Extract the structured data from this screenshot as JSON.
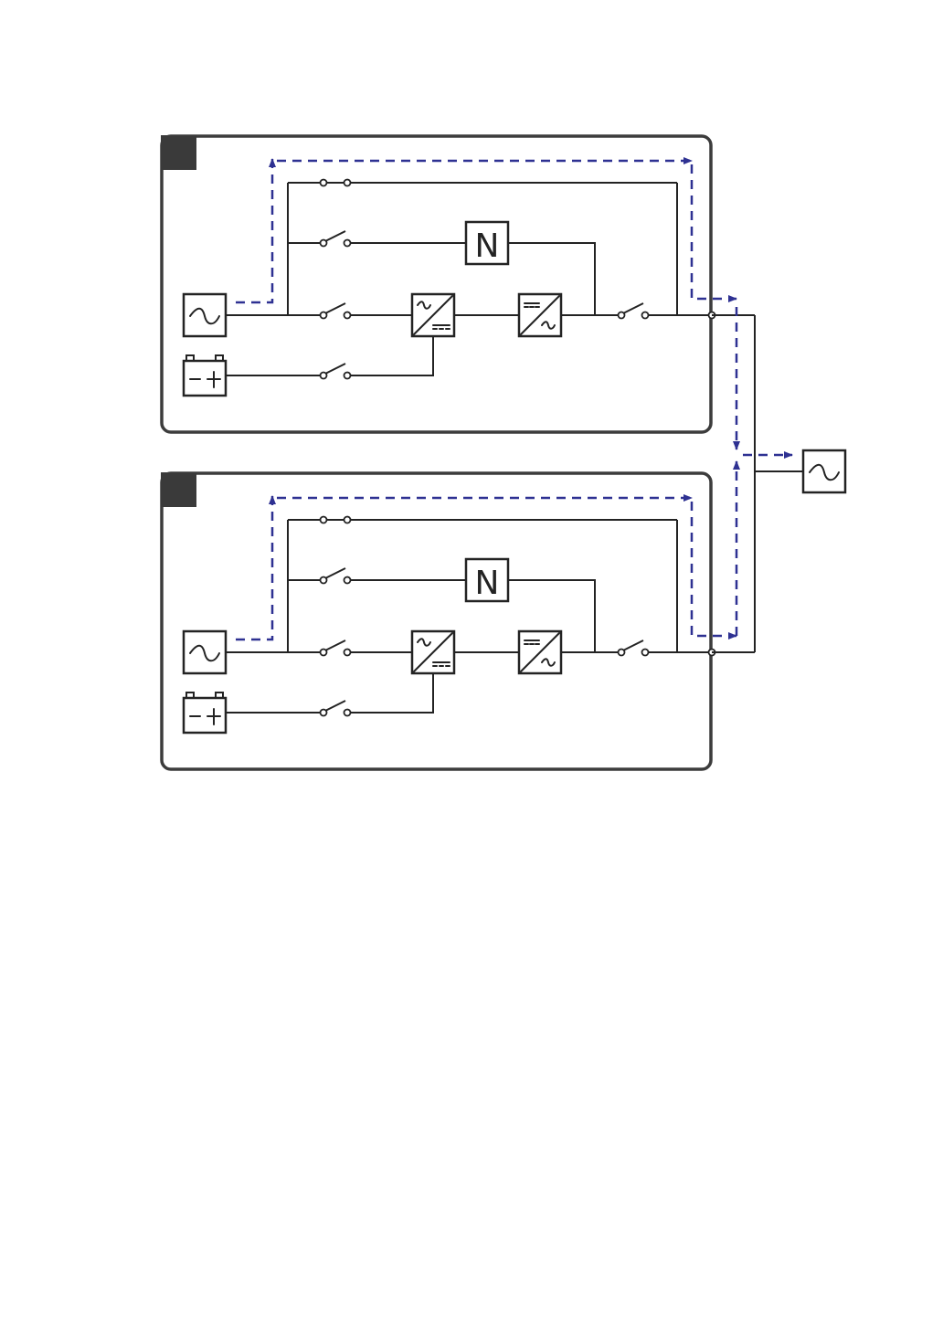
{
  "colors": {
    "frame": "#3c3c3c",
    "wire": "#232323",
    "flow": "#2e3192",
    "module_tag": "#3a3a3a"
  },
  "symbols": {
    "ac_source": "sine-wave-icon",
    "battery": "battery-icon",
    "rectifier": "ac-dc-converter-icon",
    "inverter": "dc-ac-converter-icon",
    "bypass_module": "n-box-icon",
    "load": "sine-wave-icon"
  },
  "labels": {
    "bypass_symbol": "N",
    "battery_terminals": "− +"
  },
  "modules": [
    {
      "id": "module-1"
    },
    {
      "id": "module-2"
    }
  ]
}
